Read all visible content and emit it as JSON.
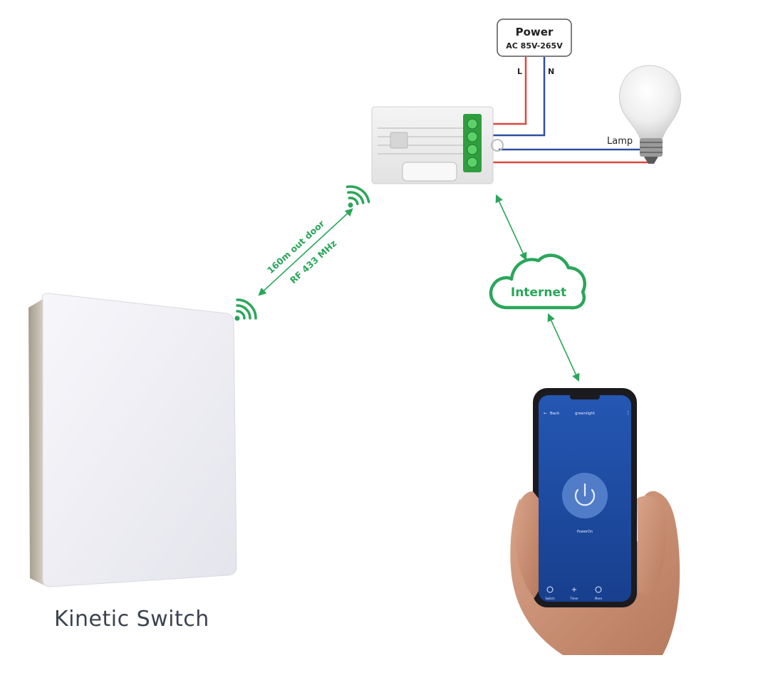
{
  "power": {
    "title": "Power",
    "spec": "AC 85V-265V",
    "live": "L",
    "neutral": "N"
  },
  "lamp": {
    "label": "Lamp"
  },
  "rf_link": {
    "range": "160m out door",
    "frequency": "RF 433 MHz"
  },
  "cloud": {
    "label": "Internet"
  },
  "switch": {
    "label": "Kinetic Switch"
  },
  "phone": {
    "back": "Back",
    "app_title": "greenlight",
    "power_state": "PowerOn",
    "nav": [
      "Switch",
      "Timer",
      "More"
    ]
  },
  "colors": {
    "accent": "#2aa65a",
    "live_wire": "#e0463f",
    "neutral_wire": "#2f4fa0",
    "text_dark": "#222222",
    "phone_screen": "#1f4fa8"
  }
}
